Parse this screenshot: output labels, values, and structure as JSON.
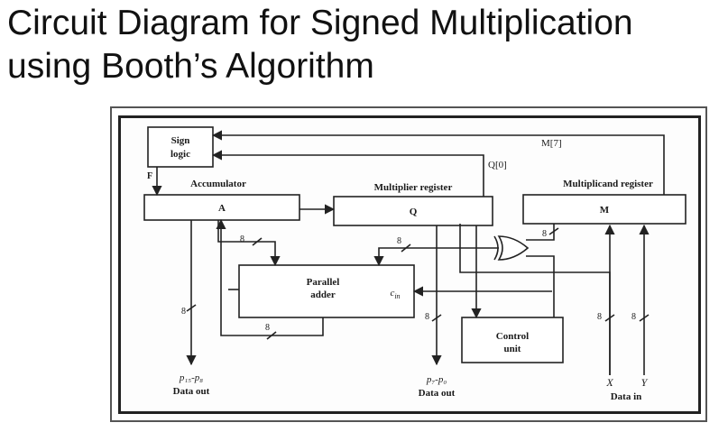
{
  "title": {
    "line1": "Circuit Diagram for Signed Multiplication",
    "line2": "using Booth’s Algorithm"
  },
  "blocks": {
    "sign_logic": {
      "line1": "Sign",
      "line2": "logic"
    },
    "accumulator": {
      "title": "Accumulator",
      "name": "A"
    },
    "multiplier": {
      "title": "Multiplier register",
      "name": "Q"
    },
    "multiplicand": {
      "title": "Multiplicand register",
      "name": "M"
    },
    "adder": {
      "line1": "Parallel",
      "line2": "adder",
      "cin": "c",
      "cin_sub": "in"
    },
    "control": {
      "line1": "Control",
      "line2": "unit"
    }
  },
  "signals": {
    "f": "F",
    "m7": "M[7]",
    "q0": "Q[0]",
    "bus_width": "8"
  },
  "outputs": {
    "high": {
      "sym": "p₁₅-p₈",
      "label": "Data out"
    },
    "low": {
      "sym": "p₇-p₀",
      "label": "Data out"
    },
    "inputs": {
      "x": "X",
      "y": "Y",
      "label": "Data in"
    }
  }
}
